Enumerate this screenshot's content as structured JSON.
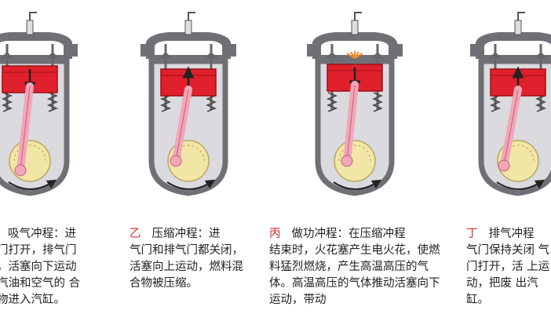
{
  "colors": {
    "casing": "#6f7075",
    "casing_light": "#dadadf",
    "piston": "#e0202c",
    "rod": "#f2a6b8",
    "crank_disc": "#f1e6a6",
    "spark": "#f08a28"
  },
  "strokes": [
    {
      "label": "",
      "title": "吸气冲程：进",
      "body": "门打开，排气门 ，活塞向下运动 汽油和空气的 合物进入汽缸。"
    },
    {
      "label": "乙",
      "title": "压缩冲程：进",
      "body": "气门和排气门都关闭，活塞向上运动，燃料混合物被压缩。"
    },
    {
      "label": "丙",
      "title": "做功冲程：在压缩冲程",
      "body": "结束时，火花塞产生电火花，使燃料猛烈燃烧，产生高温高压的气体。高温高压的气体推动活塞向下运动，带动"
    },
    {
      "label": "丁",
      "title": "排气冲程",
      "body": "气门保持关闭 气门打开，活 上运动，把废 出汽缸。"
    }
  ]
}
